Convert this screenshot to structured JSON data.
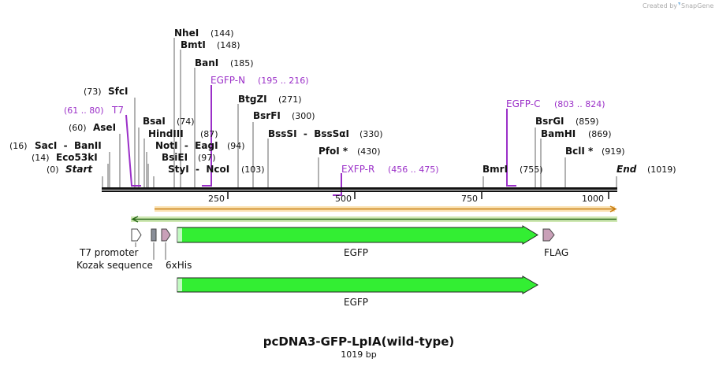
{
  "credit": {
    "text": "Created by",
    "brand": "SnapGene"
  },
  "title": "pcDNA3-GFP-LpIA(wild-type)",
  "subtitle": "1019 bp",
  "sites": [
    {
      "name": "Start",
      "pos": "(0)",
      "style": "ital"
    },
    {
      "name": "Eco53kI",
      "pos": "(14)"
    },
    {
      "name": "SacI  -  BanII",
      "pos": "(16)"
    },
    {
      "name": "AseI",
      "pos": "(60)"
    },
    {
      "name": "SfcI",
      "pos": "(73)"
    },
    {
      "name": "BsaI",
      "pos": "(74)"
    },
    {
      "name": "HindIII",
      "pos": "(87)"
    },
    {
      "name": "NotI  -  EagI",
      "pos": "(94)"
    },
    {
      "name": "BsiEI",
      "pos": "(97)"
    },
    {
      "name": "StyI  -  NcoI",
      "pos": "(103)"
    },
    {
      "name": "NheI",
      "pos": "(144)"
    },
    {
      "name": "BmtI",
      "pos": "(148)"
    },
    {
      "name": "BanI",
      "pos": "(185)"
    },
    {
      "name": "BtgZI",
      "pos": "(271)"
    },
    {
      "name": "BsrFI",
      "pos": "(300)"
    },
    {
      "name": "BssSI  -  BssSαI",
      "pos": "(330)"
    },
    {
      "name": "PfoI *",
      "pos": "(430)"
    },
    {
      "name": "BmrI",
      "pos": "(755)"
    },
    {
      "name": "BsrGI",
      "pos": "(859)"
    },
    {
      "name": "BamHI",
      "pos": "(869)"
    },
    {
      "name": "BclI *",
      "pos": "(919)"
    },
    {
      "name": "End",
      "pos": "(1019)",
      "style": "ital"
    }
  ],
  "primers": [
    {
      "name": "T7",
      "range": "(61 .. 80)"
    },
    {
      "name": "EGFP-N",
      "range": "(195 .. 216)"
    },
    {
      "name": "EXFP-R",
      "range": "(456 .. 475)"
    },
    {
      "name": "EGFP-C",
      "range": "(803 .. 824)"
    }
  ],
  "ticks": [
    "250",
    "500",
    "750",
    "1000"
  ],
  "features": [
    {
      "name": "T7 promoter"
    },
    {
      "name": "Kozak sequence"
    },
    {
      "name": "6xHis"
    },
    {
      "name": "EGFP"
    },
    {
      "name": "FLAG"
    }
  ],
  "translation": {
    "name": "EGFP"
  },
  "colors": {
    "primer": "#9b30c8",
    "egfp": "#33ee33",
    "flag": "#c9a0b8",
    "orf_fwd": "#f5a623",
    "orf_rev": "#2a8a2a"
  }
}
